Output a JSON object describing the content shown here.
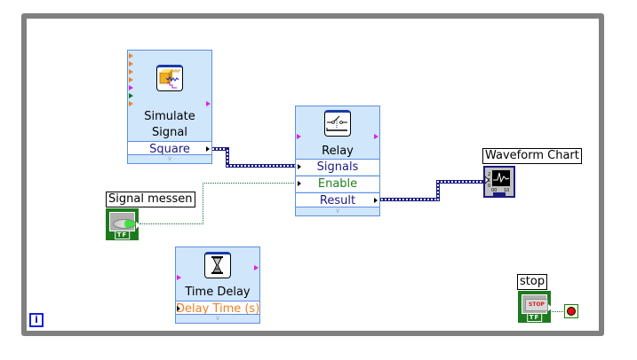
{
  "diagram": {
    "type": "LabVIEW block diagram",
    "structure": "while-loop",
    "loop_info_icon": "i",
    "nodes": {
      "simulate_signal": {
        "title_line1": "Simulate",
        "title_line2": "Signal",
        "output_terminal": "Square",
        "icon": "simulate-signal-icon"
      },
      "relay": {
        "title": "Relay",
        "terminals": [
          "Signals",
          "Enable",
          "Result"
        ],
        "icon": "relay-switch-icon"
      },
      "time_delay": {
        "title": "Time Delay",
        "input_terminal": "Delay Time (s)",
        "icon": "hourglass-icon"
      },
      "waveform_chart": {
        "label": "Waveform Chart",
        "icon": "waveform-chart-icon"
      },
      "signal_control": {
        "label": "Signal messen",
        "type_badge": "TF",
        "icon": "boolean-led-icon"
      },
      "stop_control": {
        "label": "stop",
        "button_text": "STOP",
        "type_badge": "TF",
        "icon": "stop-button-icon"
      },
      "loop_condition": {
        "icon": "stop-condition-icon"
      }
    },
    "colors": {
      "loop_border": "#808080",
      "express_bg": "#cfe6fb",
      "express_border": "#5f8ee0",
      "dynamic_wire": "#1a1a80",
      "boolean_wire": "#107030",
      "enable_text": "#208020",
      "delay_text": "#f08020",
      "terminal_text": "#1a1a80"
    }
  }
}
